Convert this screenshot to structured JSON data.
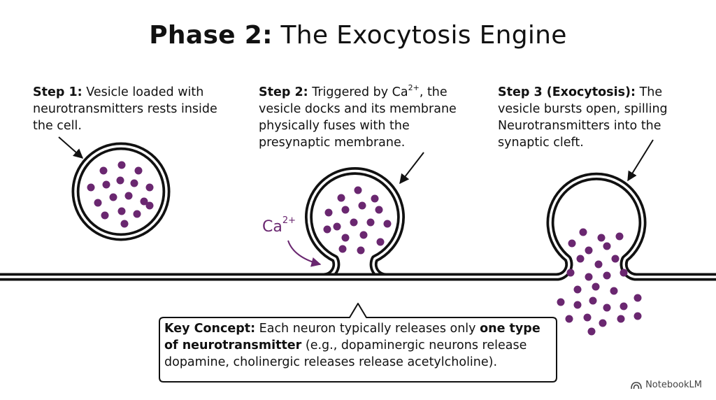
{
  "title": {
    "bold": "Phase 2:",
    "rest": " The Exocytosis Engine"
  },
  "steps": [
    {
      "label": "Step 1:",
      "text": " Vesicle loaded with neurotransmitters rests inside the cell."
    },
    {
      "label": "Step 2:",
      "pre": " Triggered by Ca",
      "sup": "2+",
      "text": ", the vesicle docks and its membrane physically fuses with the presynaptic membrane."
    },
    {
      "label": "Step 3 (Exocytosis):",
      "text": " The vesicle bursts open, spilling Neurotransmitters into the synaptic cleft."
    }
  ],
  "calcium_label": {
    "base": "Ca",
    "sup": "2+"
  },
  "key_concept": {
    "label": "Key Concept:",
    "text1": " Each neuron typically releases only ",
    "bold": "one type of neurotransmitter",
    "text2": " (e.g., dopaminergic neurons release dopamine, cholinergic releases release acetylcholine)."
  },
  "branding": {
    "name": "NotebookLM",
    "icon": "notebooklm-logo-icon"
  },
  "colors": {
    "ink": "#111111",
    "neurotransmitter": "#6a2770",
    "background": "#ffffff"
  }
}
